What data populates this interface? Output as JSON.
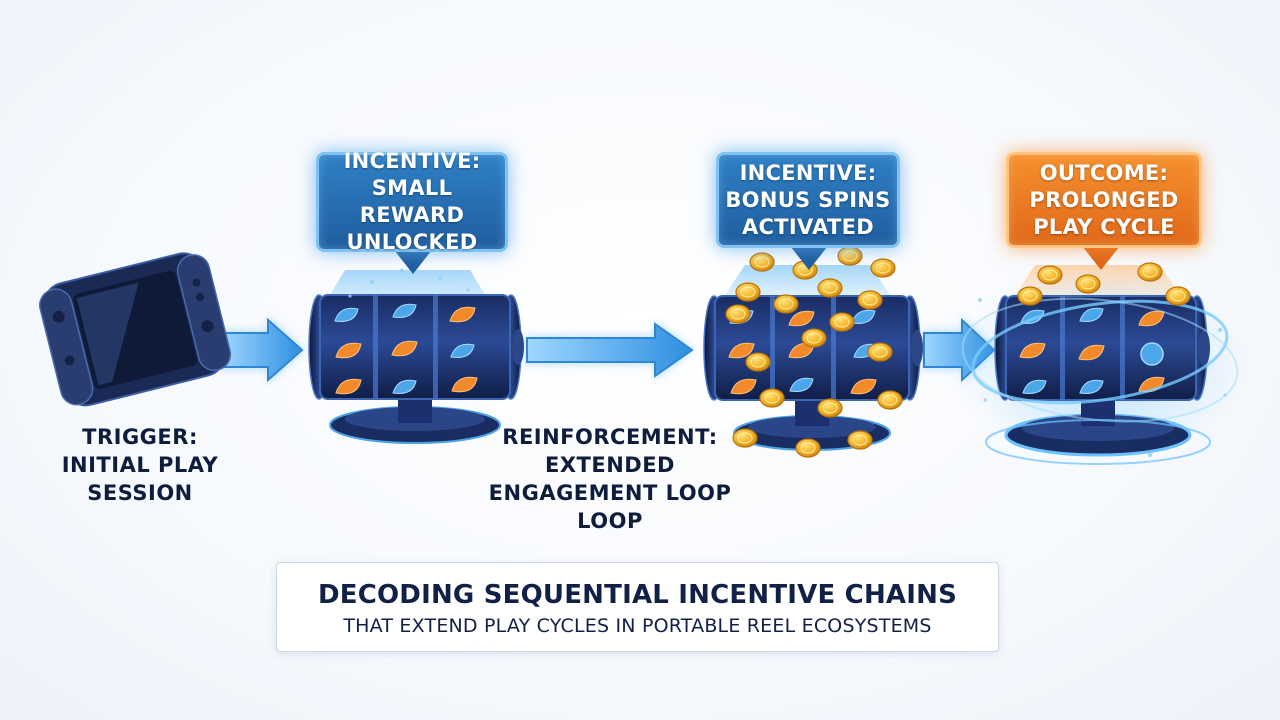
{
  "stages": [
    {
      "id": "trigger",
      "lines": [
        "TRIGGER:",
        "INITIAL PLAY",
        "SESSION"
      ]
    },
    {
      "id": "incentive-small",
      "lines": [
        "INCENTIVE:",
        "SMALL REWARD",
        "UNLOCKED"
      ]
    },
    {
      "id": "reinforcement",
      "lines": [
        "REINFORCEMENT:",
        "EXTENDED",
        "ENGAGEMENT LOOP",
        "LOOP"
      ]
    },
    {
      "id": "incentive-bonus",
      "lines": [
        "INCENTIVE:",
        "BONUS SPINS",
        "ACTIVATED"
      ]
    },
    {
      "id": "outcome",
      "lines": [
        "OUTCOME:",
        "PROLONGED",
        "PLAY CYCLE"
      ]
    }
  ],
  "title": {
    "main": "DECODING SEQUENTIAL INCENTIVE CHAINS",
    "sub": "THAT EXTEND PLAY CYCLES IN PORTABLE REEL ECOSYSTEMS"
  },
  "icons": [
    "handheld-console-icon",
    "slot-reel-icon",
    "gold-coin-icon",
    "flow-arrow-icon"
  ],
  "colors": {
    "navy": "#0f1d3d",
    "bubble_blue": "#2a72b8",
    "bubble_orange": "#f07f25",
    "glow_blue": "#5fb8f5",
    "coin_gold": "#f4b228",
    "reel_orange": "#f28a2c",
    "reel_blue": "#4ca6ea"
  }
}
